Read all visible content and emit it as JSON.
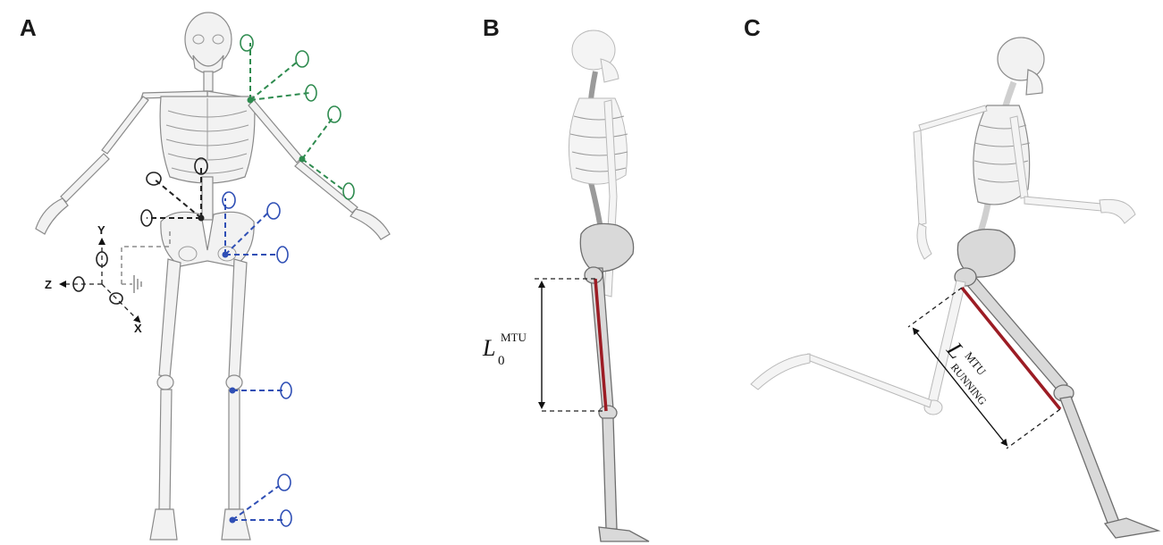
{
  "panels": {
    "a": {
      "letter": "A"
    },
    "b": {
      "letter": "B"
    },
    "c": {
      "letter": "C"
    }
  },
  "axes": {
    "y": "Y",
    "z": "Z",
    "x": "X"
  },
  "labels": {
    "rest_L": "L",
    "rest_sub": "0",
    "rest_sup": "MTU",
    "run_L": "L",
    "run_sup": "MTU",
    "run_sub": "RUNNING"
  },
  "colors": {
    "upper_limb_dofs": "#2e8b4f",
    "lower_limb_dofs": "#2f4fb5",
    "trunk_pelvis_dofs": "#222222",
    "mtu_line": "#9c1c24"
  },
  "icons": [
    "rotation-arrow-icon",
    "ground-icon",
    "arrowhead-icon"
  ]
}
